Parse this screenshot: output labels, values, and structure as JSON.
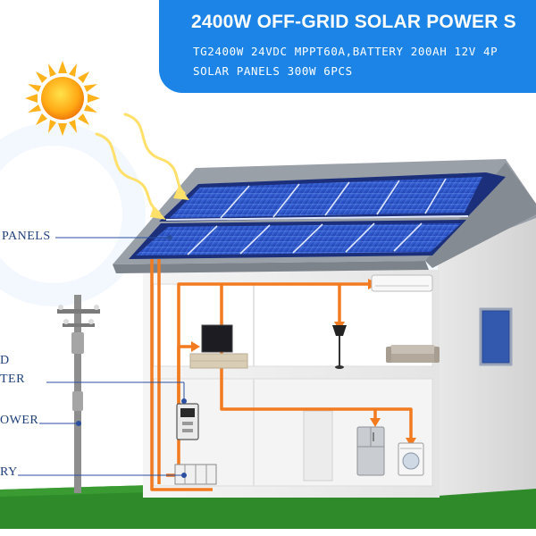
{
  "header": {
    "title": "2400W OFF-GRID SOLAR POWER S",
    "spec_line_1": "TG2400W 24VDC MPPT60A,BATTERY 200AH 12V 4P",
    "spec_line_2": "SOLAR PANELS 300W 6PCS"
  },
  "labels": {
    "panels": "PANELS",
    "inverter_line_1": "D",
    "inverter_line_2": "TER",
    "power": "OWER",
    "battery": "RY"
  },
  "colors": {
    "banner": "#1b84e6",
    "wiring": "#f27a1f",
    "leader_lines": "#2a4fa0",
    "ground": "#2f8a2a",
    "panel": "#2a52c9"
  },
  "icons": [
    "sun-icon",
    "sunlight-rays-icon",
    "solar-panel-icon",
    "air-conditioner-icon",
    "television-icon",
    "floor-lamp-icon",
    "sofa-icon",
    "inverter-icon",
    "refrigerator-icon",
    "washing-machine-icon",
    "battery-icon",
    "utility-pole-icon"
  ]
}
